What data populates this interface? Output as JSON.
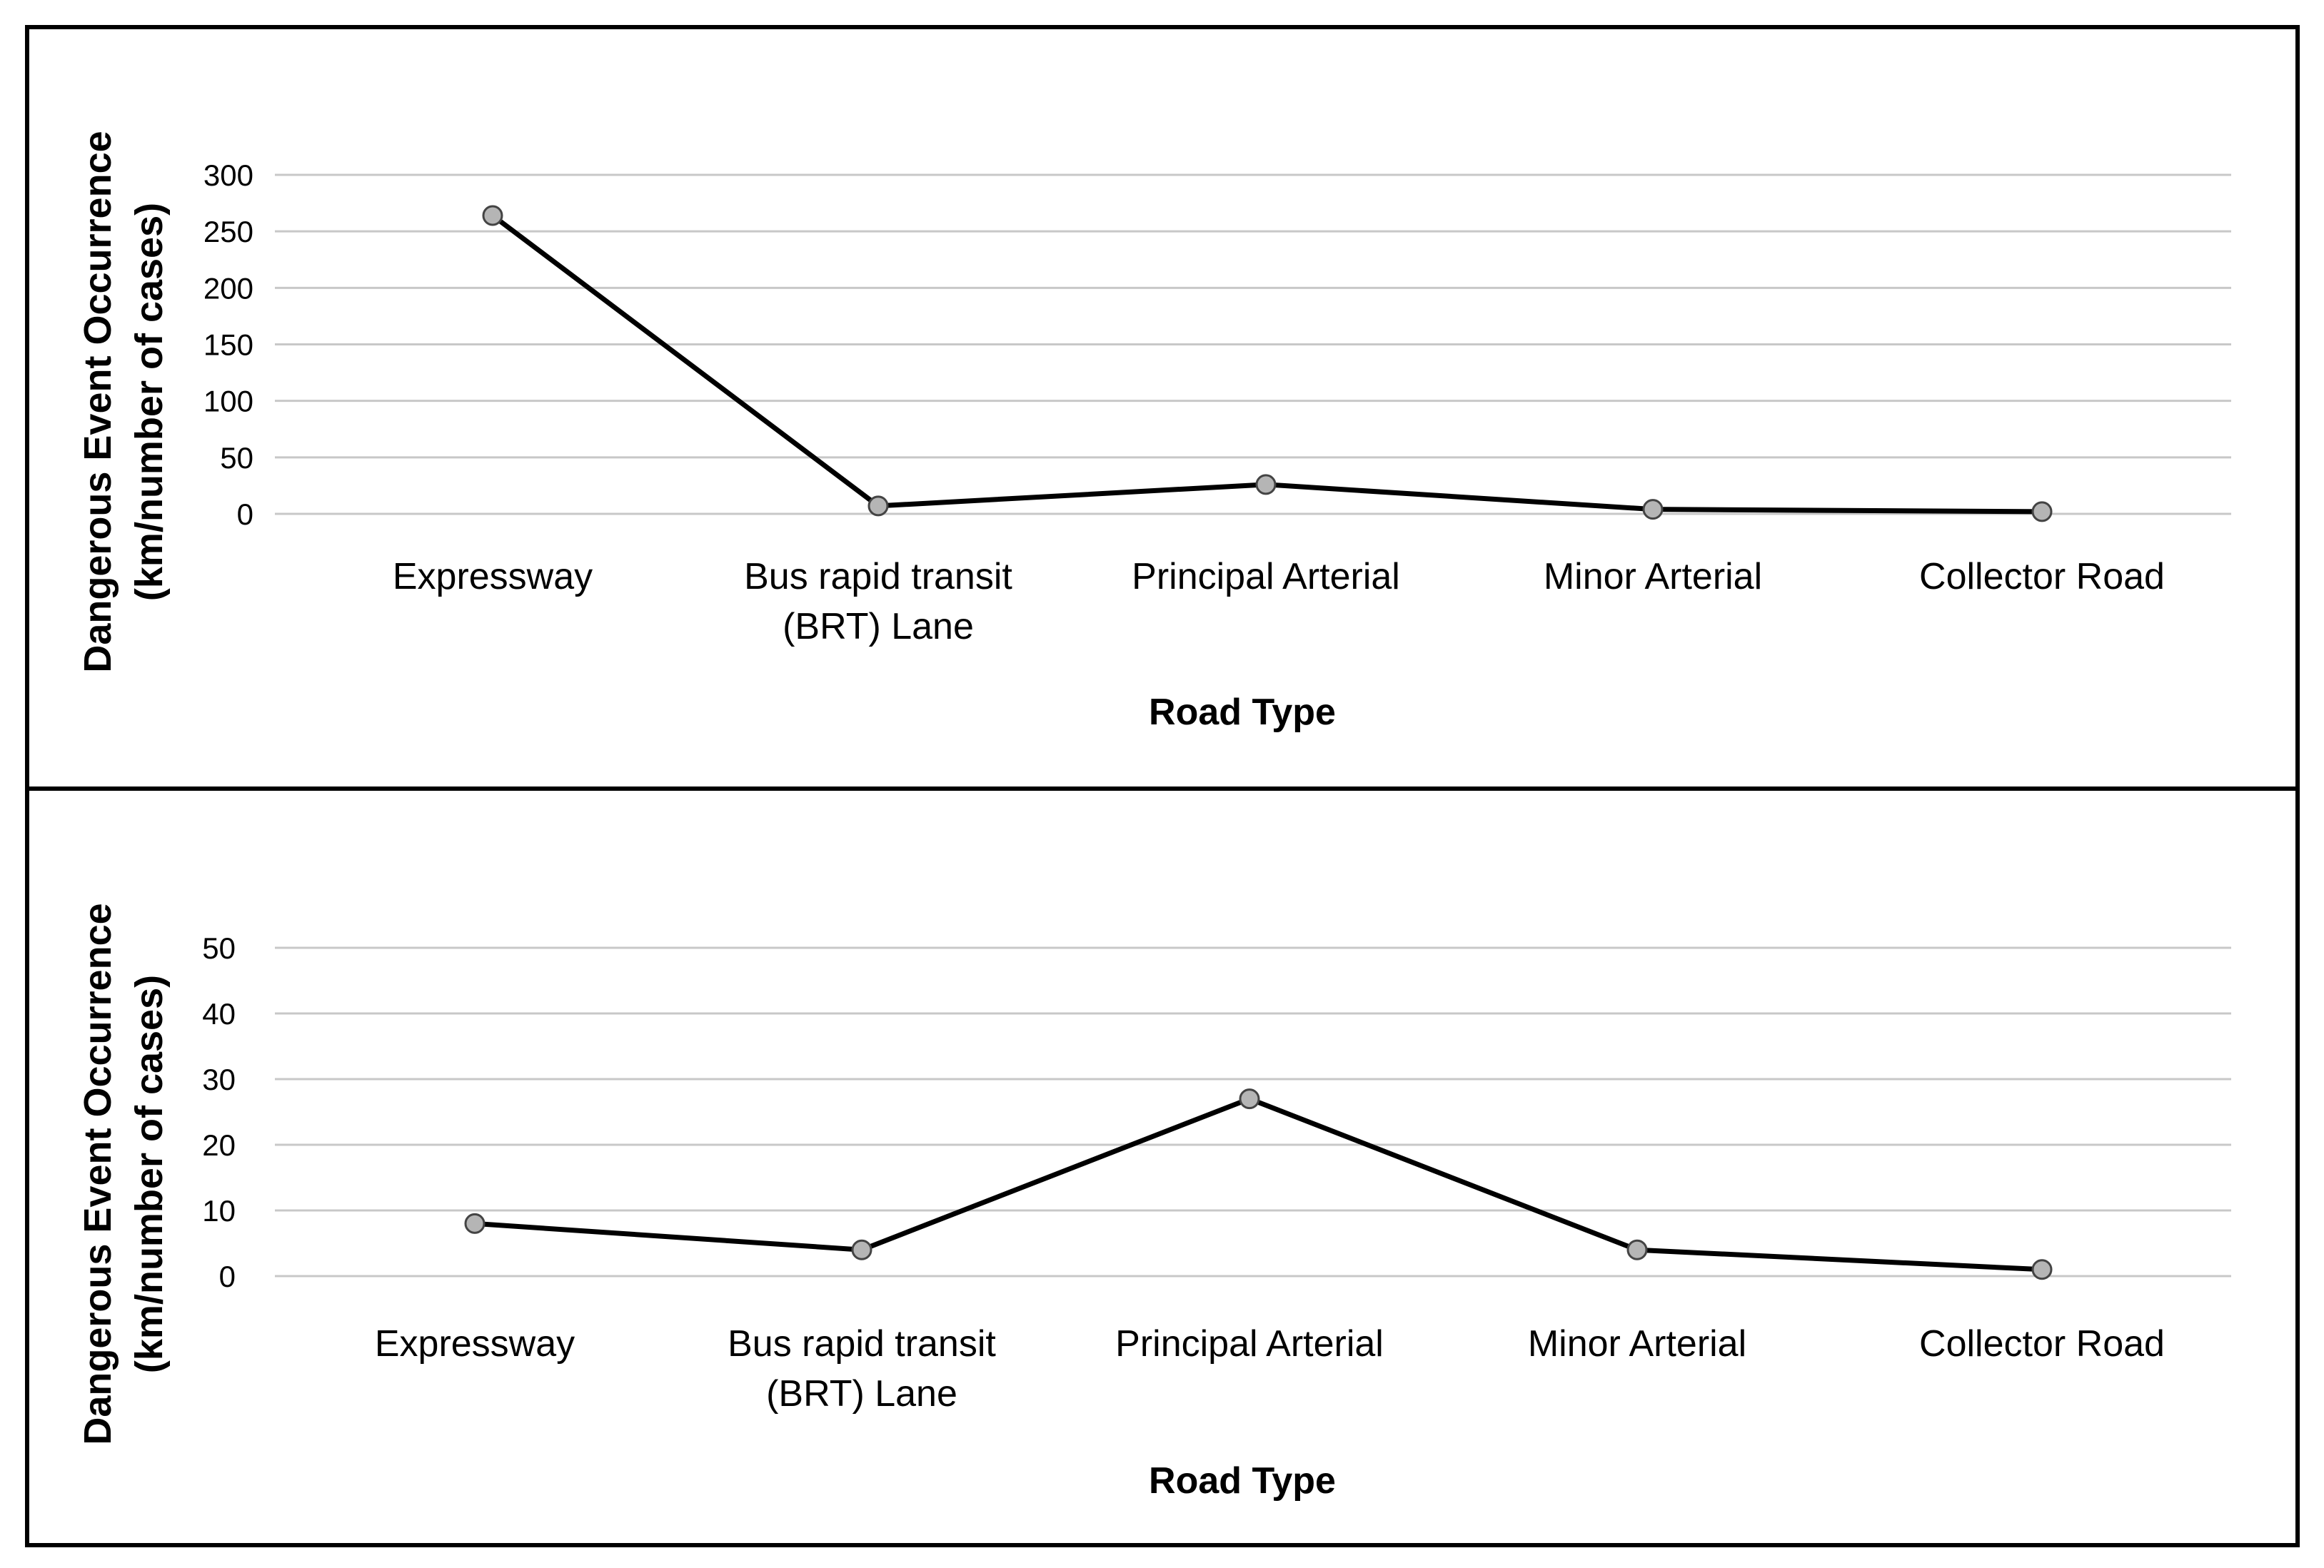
{
  "chart_data": [
    {
      "type": "line",
      "categories": [
        "Expressway",
        "Bus rapid transit (BRT) Lane",
        "Principal Arterial",
        "Minor Arterial",
        "Collector Road"
      ],
      "category_lines": [
        [
          "Expressway"
        ],
        [
          "Bus rapid transit",
          "(BRT) Lane"
        ],
        [
          "Principal Arterial"
        ],
        [
          "Minor Arterial"
        ],
        [
          "Collector Road"
        ]
      ],
      "values": [
        264,
        7,
        26,
        4,
        2
      ],
      "xlabel": "Road Type",
      "ylabel_lines": [
        "Dangerous Event Occurrence",
        "(km/number of cases)"
      ],
      "ylim": [
        0,
        300
      ],
      "yticks": [
        0,
        50,
        100,
        150,
        200,
        250,
        300
      ],
      "grid": true,
      "line_color": "#000000",
      "marker_color": "#b5b5b5"
    },
    {
      "type": "line",
      "categories": [
        "Expressway",
        "Bus rapid transit (BRT) Lane",
        "Principal Arterial",
        "Minor Arterial",
        "Collector Road"
      ],
      "category_lines": [
        [
          "Expressway"
        ],
        [
          "Bus rapid transit",
          "(BRT) Lane"
        ],
        [
          "Principal Arterial"
        ],
        [
          "Minor Arterial"
        ],
        [
          "Collector Road"
        ]
      ],
      "values": [
        8,
        4,
        27,
        4,
        1
      ],
      "xlabel": "Road Type",
      "ylabel_lines": [
        "Dangerous Event Occurrence",
        "(km/number of cases)"
      ],
      "ylim": [
        0,
        50
      ],
      "yticks": [
        0,
        10,
        20,
        30,
        40,
        50
      ],
      "grid": true,
      "line_color": "#000000",
      "marker_color": "#b5b5b5"
    }
  ]
}
